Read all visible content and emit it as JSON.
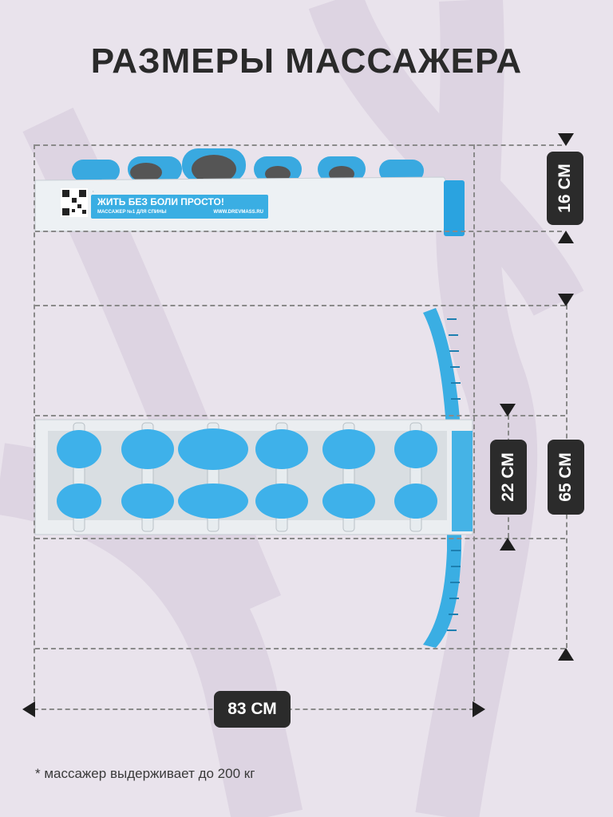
{
  "title": "РАЗМЕРЫ МАССАЖЕРА",
  "dimensions": {
    "height_label": "16 СМ",
    "width_label": "22 СМ",
    "length_label": "65 СМ",
    "span_label": "83 СМ"
  },
  "product_panel": {
    "headline": "ЖИТЬ БЕЗ БОЛИ ПРОСТО!",
    "subline": "МАССАЖЕР №1 ДЛЯ СПИНЫ",
    "website": "WWW.DREVMASS.RU"
  },
  "footnote": "* массажер выдерживает до 200 кг",
  "colors": {
    "background": "#e9e3ec",
    "accent": "#3aaee3",
    "badge": "#2b2b2b"
  }
}
